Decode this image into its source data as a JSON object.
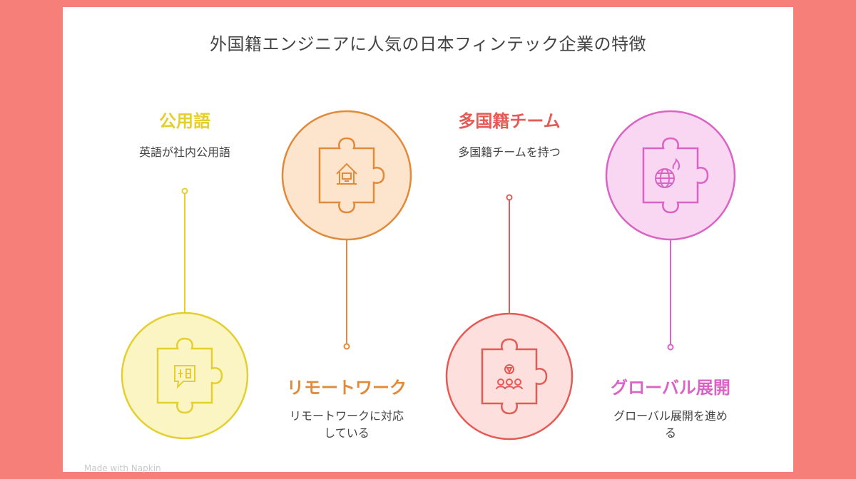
{
  "title": "外国籍エンジニアに人気の日本フィンテック企業の特徴",
  "colors": {
    "yellow": "#e4cf30",
    "orange": "#e08a3a",
    "red": "#e65a55",
    "pink": "#d964c4"
  },
  "items": [
    {
      "heading": "公用語",
      "description": "英語が社内公用語",
      "icon": "speech-bubble-icon"
    },
    {
      "heading": "リモートワーク",
      "description_line1": "リモートワークに対応",
      "description_line2": "している",
      "icon": "home-desk-icon"
    },
    {
      "heading": "多国籍チーム",
      "description": "多国籍チームを持つ",
      "icon": "team-icon"
    },
    {
      "heading": "グローバル展開",
      "description_line1": "グローバル展開を進め",
      "description_line2": "る",
      "icon": "globe-icon"
    }
  ],
  "watermark": "Made with Napkin"
}
